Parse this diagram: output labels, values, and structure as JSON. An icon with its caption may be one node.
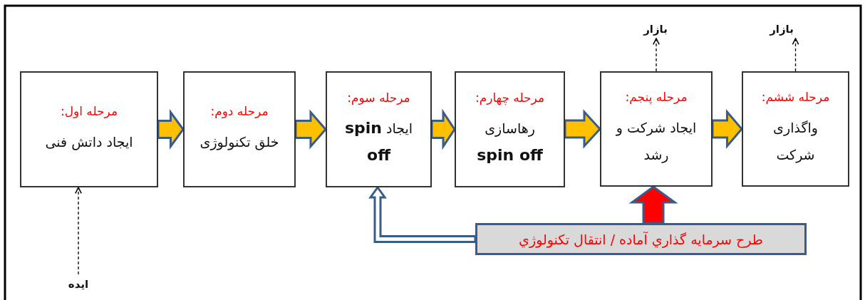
{
  "diagram": {
    "nodes": [
      {
        "text": [
          "مرحله اول:",
          "ایجاد داتش فنی"
        ]
      },
      {
        "text": [
          "مرحله دوم:",
          "خلق تکنولوژی"
        ]
      },
      {
        "text": [
          "مرحله سوم:",
          "ایجاد **spin off**"
        ]
      },
      {
        "text": [
          "مرحله چهارم:",
          "رهاسازی **spin off**"
        ]
      },
      {
        "text": [
          "مرحله پنجم:",
          "ایجاد شرکت و رشد"
        ]
      },
      {
        "text": [
          "مرحله ششم:",
          "واگذاری شرکت"
        ]
      },
      {
        "text": [
          "ایده"
        ]
      },
      {
        "text": [
          "بازار"
        ]
      },
      {
        "text": [
          "بازار"
        ]
      },
      {
        "text": [
          "طرح سرمايه گذاري آماده / انتقال تکنولوژي"
        ]
      }
    ],
    "edges": [
      {
        "from": 0,
        "to": 1,
        "arrow": "to"
      },
      {
        "from": 1,
        "to": 2,
        "arrow": "to"
      },
      {
        "from": 2,
        "to": 3,
        "arrow": "to"
      },
      {
        "from": 3,
        "to": 4,
        "arrow": "to"
      },
      {
        "from": 4,
        "to": 5,
        "arrow": "to"
      },
      {
        "from": 6,
        "to": 0,
        "arrow": "to",
        "style": "dashed"
      },
      {
        "from": 4,
        "to": 7,
        "arrow": "to",
        "style": "dashed"
      },
      {
        "from": 5,
        "to": 8,
        "arrow": "to",
        "style": "dashed"
      },
      {
        "from": 9,
        "to": 4,
        "arrow": "to",
        "style": "thick",
        "color": "#ff0000"
      },
      {
        "from": 9,
        "to": 2,
        "arrow": "to",
        "color": "#ffffff"
      }
    ]
  }
}
